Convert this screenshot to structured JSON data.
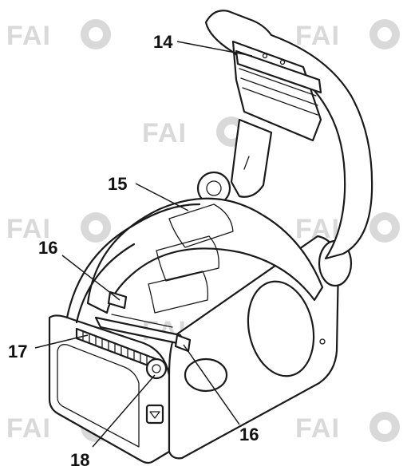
{
  "diagram": {
    "callouts": [
      {
        "id": "c14",
        "label": "14"
      },
      {
        "id": "c15",
        "label": "15"
      },
      {
        "id": "c16a",
        "label": "16"
      },
      {
        "id": "c16b",
        "label": "16"
      },
      {
        "id": "c17",
        "label": "17"
      },
      {
        "id": "c18",
        "label": "18"
      }
    ],
    "watermark": {
      "text": "FAI",
      "color": "#d9d9d9"
    },
    "colors": {
      "line": "#1a1a1a",
      "background": "#ffffff"
    }
  }
}
